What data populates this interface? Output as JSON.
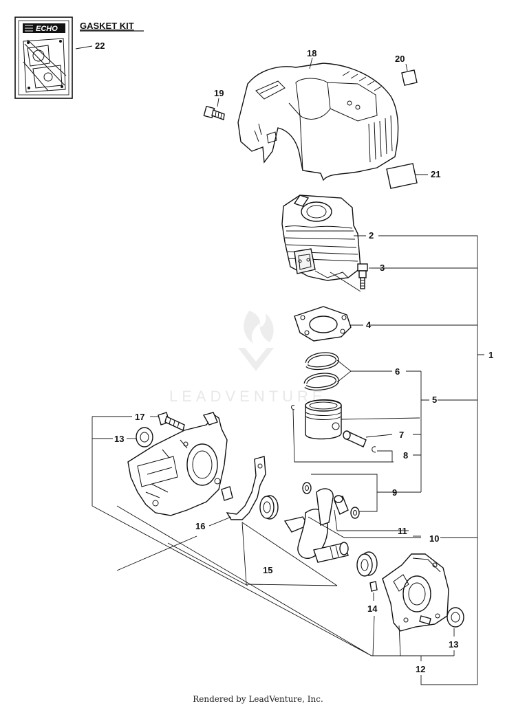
{
  "kit": {
    "title": "GASKET KIT",
    "logo_text": "ECHO",
    "callout": "22"
  },
  "callouts": {
    "c1": "1",
    "c2": "2",
    "c3": "3",
    "c4": "4",
    "c5": "5",
    "c6": "6",
    "c7": "7",
    "c8": "8",
    "c9": "9",
    "c10": "10",
    "c11": "11",
    "c12": "12",
    "c13a": "13",
    "c13b": "13",
    "c14": "14",
    "c15": "15",
    "c16": "16",
    "c17": "17",
    "c18": "18",
    "c19": "19",
    "c20": "20",
    "c21": "21"
  },
  "watermark": "LEADVENTURE",
  "footer": "Rendered by LeadVenture, Inc."
}
